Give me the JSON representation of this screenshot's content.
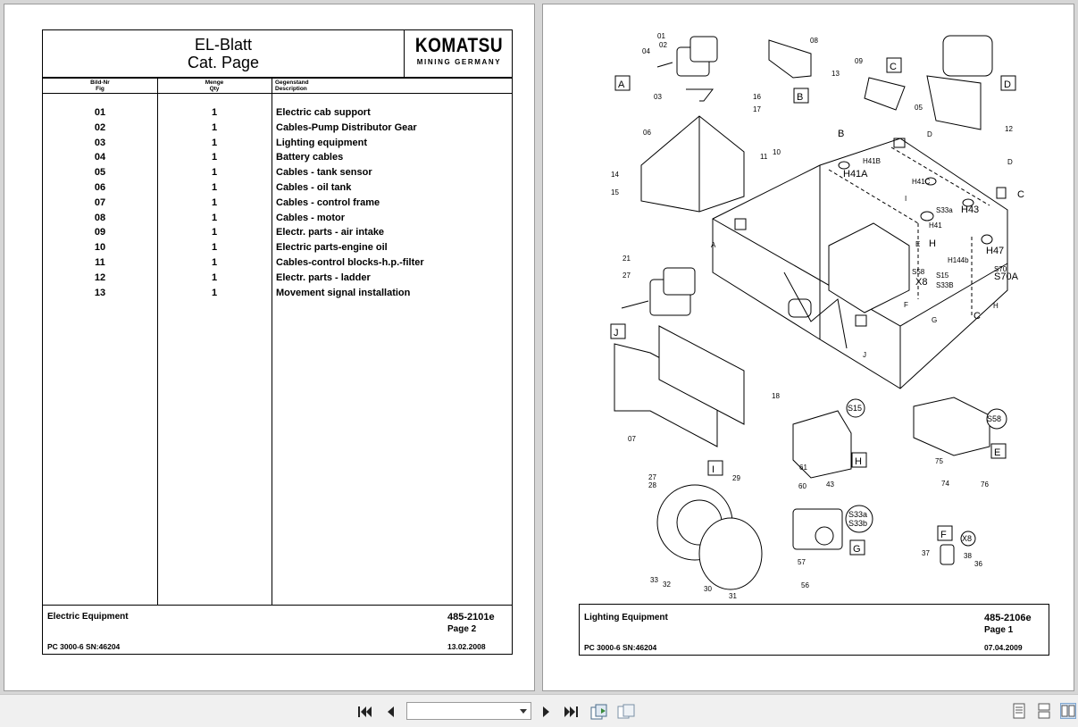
{
  "left_page": {
    "header": {
      "title_line1": "EL-Blatt",
      "title_line2": "Cat. Page",
      "logo_main": "KOMATSU",
      "logo_sub": "MINING GERMANY"
    },
    "columns": {
      "fig": [
        "Bild-Nr",
        "Fig"
      ],
      "qty": [
        "Menge",
        "Qty"
      ],
      "desc": [
        "Gegenstand",
        "Description"
      ]
    },
    "rows": [
      {
        "fig": "01",
        "qty": "1",
        "desc": "Electric cab support"
      },
      {
        "fig": "02",
        "qty": "1",
        "desc": "Cables-Pump Distributor Gear"
      },
      {
        "fig": "03",
        "qty": "1",
        "desc": "Lighting equipment"
      },
      {
        "fig": "04",
        "qty": "1",
        "desc": "Battery cables"
      },
      {
        "fig": "05",
        "qty": "1",
        "desc": "Cables - tank sensor"
      },
      {
        "fig": "06",
        "qty": "1",
        "desc": "Cables - oil tank"
      },
      {
        "fig": "07",
        "qty": "1",
        "desc": "Cables - control frame"
      },
      {
        "fig": "08",
        "qty": "1",
        "desc": "Cables - motor"
      },
      {
        "fig": "09",
        "qty": "1",
        "desc": "Electr. parts - air intake"
      },
      {
        "fig": "10",
        "qty": "1",
        "desc": "Electric parts-engine oil"
      },
      {
        "fig": "11",
        "qty": "1",
        "desc": "Cables-control blocks-h.p.-filter"
      },
      {
        "fig": "12",
        "qty": "1",
        "desc": "Electr. parts - ladder"
      },
      {
        "fig": "13",
        "qty": "1",
        "desc": "Movement signal installation"
      }
    ],
    "footer": {
      "section": "Electric Equipment",
      "code": "485-2101e",
      "page": "Page 2",
      "machine": "PC 3000-6 SN:46204",
      "date": "13.02.2008"
    }
  },
  "right_page": {
    "diagram_labels": {
      "boxes": [
        "A",
        "B",
        "C",
        "D",
        "J",
        "I",
        "H",
        "G",
        "E",
        "F"
      ],
      "parts": [
        "01",
        "02",
        "04",
        "03",
        "16",
        "17",
        "06",
        "14",
        "15",
        "11",
        "10",
        "08",
        "09",
        "13",
        "05",
        "12",
        "21",
        "27",
        "07",
        "18",
        "61",
        "60",
        "43",
        "27",
        "28",
        "29",
        "33",
        "32",
        "30",
        "31",
        "57",
        "56",
        "75",
        "74",
        "76",
        "37",
        "38",
        "36"
      ],
      "callouts": [
        "S15",
        "S58",
        "S33a",
        "S33b",
        "X8"
      ],
      "machine_labels": [
        "B",
        "D",
        "H41B",
        "H41A",
        "H41C",
        "D",
        "C",
        "I",
        "S33a",
        "H43",
        "H41",
        "E",
        "H",
        "A",
        "H144b",
        "H47",
        "S58",
        "S15",
        "X8",
        "S33B",
        "S70",
        "S70A",
        "F",
        "G",
        "C",
        "H",
        "J"
      ]
    },
    "footer": {
      "section": "Lighting Equipment",
      "code": "485-2106e",
      "page": "Page 1",
      "machine": "PC 3000-6 SN:46204",
      "date": "07.04.2009"
    }
  },
  "toolbar": {
    "page_select_value": ""
  }
}
